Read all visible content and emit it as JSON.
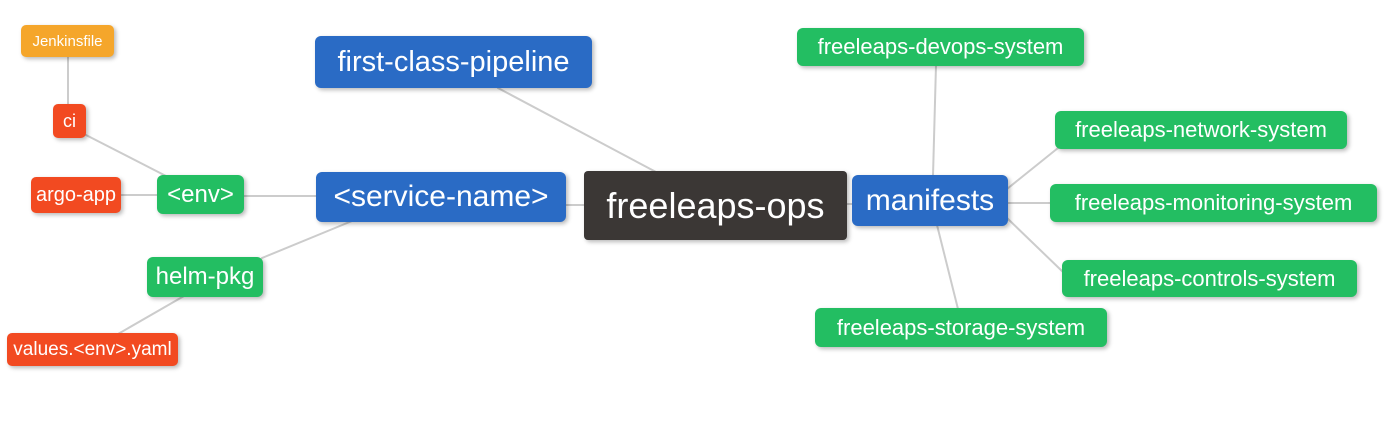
{
  "diagram": {
    "type": "mind-map",
    "root": "freeleaps-ops"
  },
  "palette": {
    "orange": "#f5a62b",
    "red": "#f24a21",
    "green": "#23be62",
    "blue": "#2a6bc5",
    "dark": "#3b3735",
    "edge_line": "#cccccc",
    "node_text": "#ffffff",
    "background": "#ffffff"
  },
  "nodes": {
    "jenkinsfile": {
      "label": "Jenkinsfile",
      "color": "orange"
    },
    "ci": {
      "label": "ci",
      "color": "red"
    },
    "argo_app": {
      "label": "argo-app",
      "color": "red"
    },
    "env": {
      "label": "<env>",
      "color": "green"
    },
    "helm_pkg": {
      "label": "helm-pkg",
      "color": "green"
    },
    "values_env_yaml": {
      "label": "values.<env>.yaml",
      "color": "red"
    },
    "first_class_pipeline": {
      "label": "first-class-pipeline",
      "color": "blue"
    },
    "service_name": {
      "label": "<service-name>",
      "color": "blue"
    },
    "freeleaps_ops": {
      "label": "freeleaps-ops",
      "color": "dark"
    },
    "manifests": {
      "label": "manifests",
      "color": "blue"
    },
    "devops_system": {
      "label": "freeleaps-devops-system",
      "color": "green"
    },
    "network_system": {
      "label": "freeleaps-network-system",
      "color": "green"
    },
    "monitoring_system": {
      "label": "freeleaps-monitoring-system",
      "color": "green"
    },
    "controls_system": {
      "label": "freeleaps-controls-system",
      "color": "green"
    },
    "storage_system": {
      "label": "freeleaps-storage-system",
      "color": "green"
    }
  },
  "edges": [
    {
      "from": "jenkinsfile",
      "to": "ci"
    },
    {
      "from": "ci",
      "to": "env"
    },
    {
      "from": "argo_app",
      "to": "env"
    },
    {
      "from": "env",
      "to": "service_name"
    },
    {
      "from": "service_name",
      "to": "helm_pkg"
    },
    {
      "from": "helm_pkg",
      "to": "values_env_yaml"
    },
    {
      "from": "service_name",
      "to": "freeleaps_ops"
    },
    {
      "from": "first_class_pipeline",
      "to": "freeleaps_ops"
    },
    {
      "from": "freeleaps_ops",
      "to": "manifests"
    },
    {
      "from": "devops_system",
      "to": "manifests"
    },
    {
      "from": "manifests",
      "to": "network_system"
    },
    {
      "from": "manifests",
      "to": "monitoring_system"
    },
    {
      "from": "manifests",
      "to": "controls_system"
    },
    {
      "from": "manifests",
      "to": "storage_system"
    }
  ]
}
